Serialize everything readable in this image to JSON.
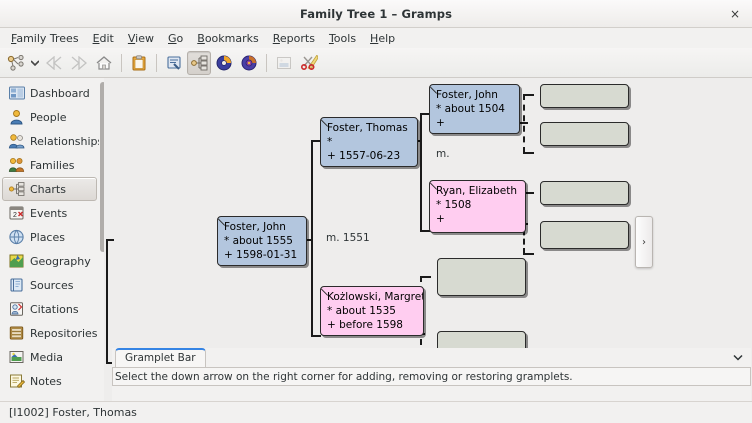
{
  "window": {
    "title": "Family Tree 1 – Gramps",
    "close_label": "×"
  },
  "menubar": {
    "items": [
      {
        "mnemonic": "F",
        "rest": "amily Trees",
        "name": "menu-family-trees"
      },
      {
        "mnemonic": "E",
        "rest": "dit",
        "name": "menu-edit"
      },
      {
        "mnemonic": "V",
        "rest": "iew",
        "name": "menu-view"
      },
      {
        "mnemonic": "G",
        "rest": "o",
        "name": "menu-go"
      },
      {
        "mnemonic": "B",
        "rest": "ookmarks",
        "name": "menu-bookmarks"
      },
      {
        "mnemonic": "R",
        "rest": "eports",
        "name": "menu-reports"
      },
      {
        "mnemonic": "T",
        "rest": "ools",
        "name": "menu-tools"
      },
      {
        "mnemonic": "H",
        "rest": "elp",
        "name": "menu-help"
      }
    ]
  },
  "toolbar": {
    "buttons": [
      {
        "icon": "person-tree-icon",
        "state": "normal"
      },
      {
        "icon": "chevron-down-icon",
        "state": "normal"
      },
      {
        "icon": "back-arrow-icon",
        "state": "disabled"
      },
      {
        "icon": "forward-arrow-icon",
        "state": "disabled"
      },
      {
        "icon": "home-icon",
        "state": "normal"
      },
      {
        "icon": "clipboard-icon",
        "state": "normal"
      },
      {
        "icon": "configure-view-icon",
        "state": "normal"
      },
      {
        "icon": "chart-tree-icon",
        "state": "active"
      },
      {
        "icon": "pedigree-wheel-icon",
        "state": "normal"
      },
      {
        "icon": "fan-chart-icon",
        "state": "normal"
      },
      {
        "icon": "image-icon",
        "state": "disabled"
      },
      {
        "icon": "scissors-icon",
        "state": "normal"
      }
    ]
  },
  "sidebar": {
    "items": [
      {
        "label": "Dashboard",
        "icon": "dashboard-icon",
        "selected": false
      },
      {
        "label": "People",
        "icon": "person-icon",
        "selected": false
      },
      {
        "label": "Relationships",
        "icon": "relationships-icon",
        "selected": false
      },
      {
        "label": "Families",
        "icon": "families-icon",
        "selected": false
      },
      {
        "label": "Charts",
        "icon": "charts-icon",
        "selected": true
      },
      {
        "label": "Events",
        "icon": "events-icon",
        "selected": false
      },
      {
        "label": "Places",
        "icon": "places-icon",
        "selected": false
      },
      {
        "label": "Geography",
        "icon": "geography-icon",
        "selected": false
      },
      {
        "label": "Sources",
        "icon": "sources-icon",
        "selected": false
      },
      {
        "label": "Citations",
        "icon": "citations-icon",
        "selected": false
      },
      {
        "label": "Repositories",
        "icon": "repositories-icon",
        "selected": false
      },
      {
        "label": "Media",
        "icon": "media-icon",
        "selected": false
      },
      {
        "label": "Notes",
        "icon": "notes-icon",
        "selected": false
      }
    ]
  },
  "chart": {
    "type": "pedigree",
    "colors": {
      "male": "#b3c6de",
      "female": "#ffcdf0",
      "empty": "#d7dad1",
      "canvas": "#eeedec"
    },
    "people": [
      {
        "id": "root",
        "name": "Foster, John",
        "birth": "* about 1555",
        "death": "+ 1598-01-31",
        "gender": "male",
        "generation": 1
      },
      {
        "id": "father",
        "name": "Foster, Thomas",
        "birth": "*",
        "death": "+ 1557-06-23",
        "gender": "male",
        "generation": 2
      },
      {
        "id": "mother",
        "name": "Kożlowski, Margret",
        "birth": "* about 1535",
        "death": "+ before 1598",
        "gender": "female",
        "generation": 2
      },
      {
        "id": "grandfather",
        "name": "Foster, John",
        "birth": "* about 1504",
        "death": "+",
        "gender": "male",
        "generation": 3
      },
      {
        "id": "grandmother",
        "name": "Ryan, Elizabeth",
        "birth": "* 1508",
        "death": "+",
        "gender": "female",
        "generation": 3
      }
    ],
    "empty_boxes": 6,
    "marriages": [
      {
        "label": "m. 1551",
        "for": "father-mother"
      },
      {
        "label": "m.",
        "for": "grandfather-grandmother"
      }
    ],
    "expand_button_label": "›"
  },
  "gramplet": {
    "tab_label": "Gramplet Bar",
    "message": "Select the down arrow on the right corner for adding, removing or restoring gramplets.",
    "chevron": "⌄"
  },
  "statusbar": {
    "text": "[I1002] Foster, Thomas"
  }
}
